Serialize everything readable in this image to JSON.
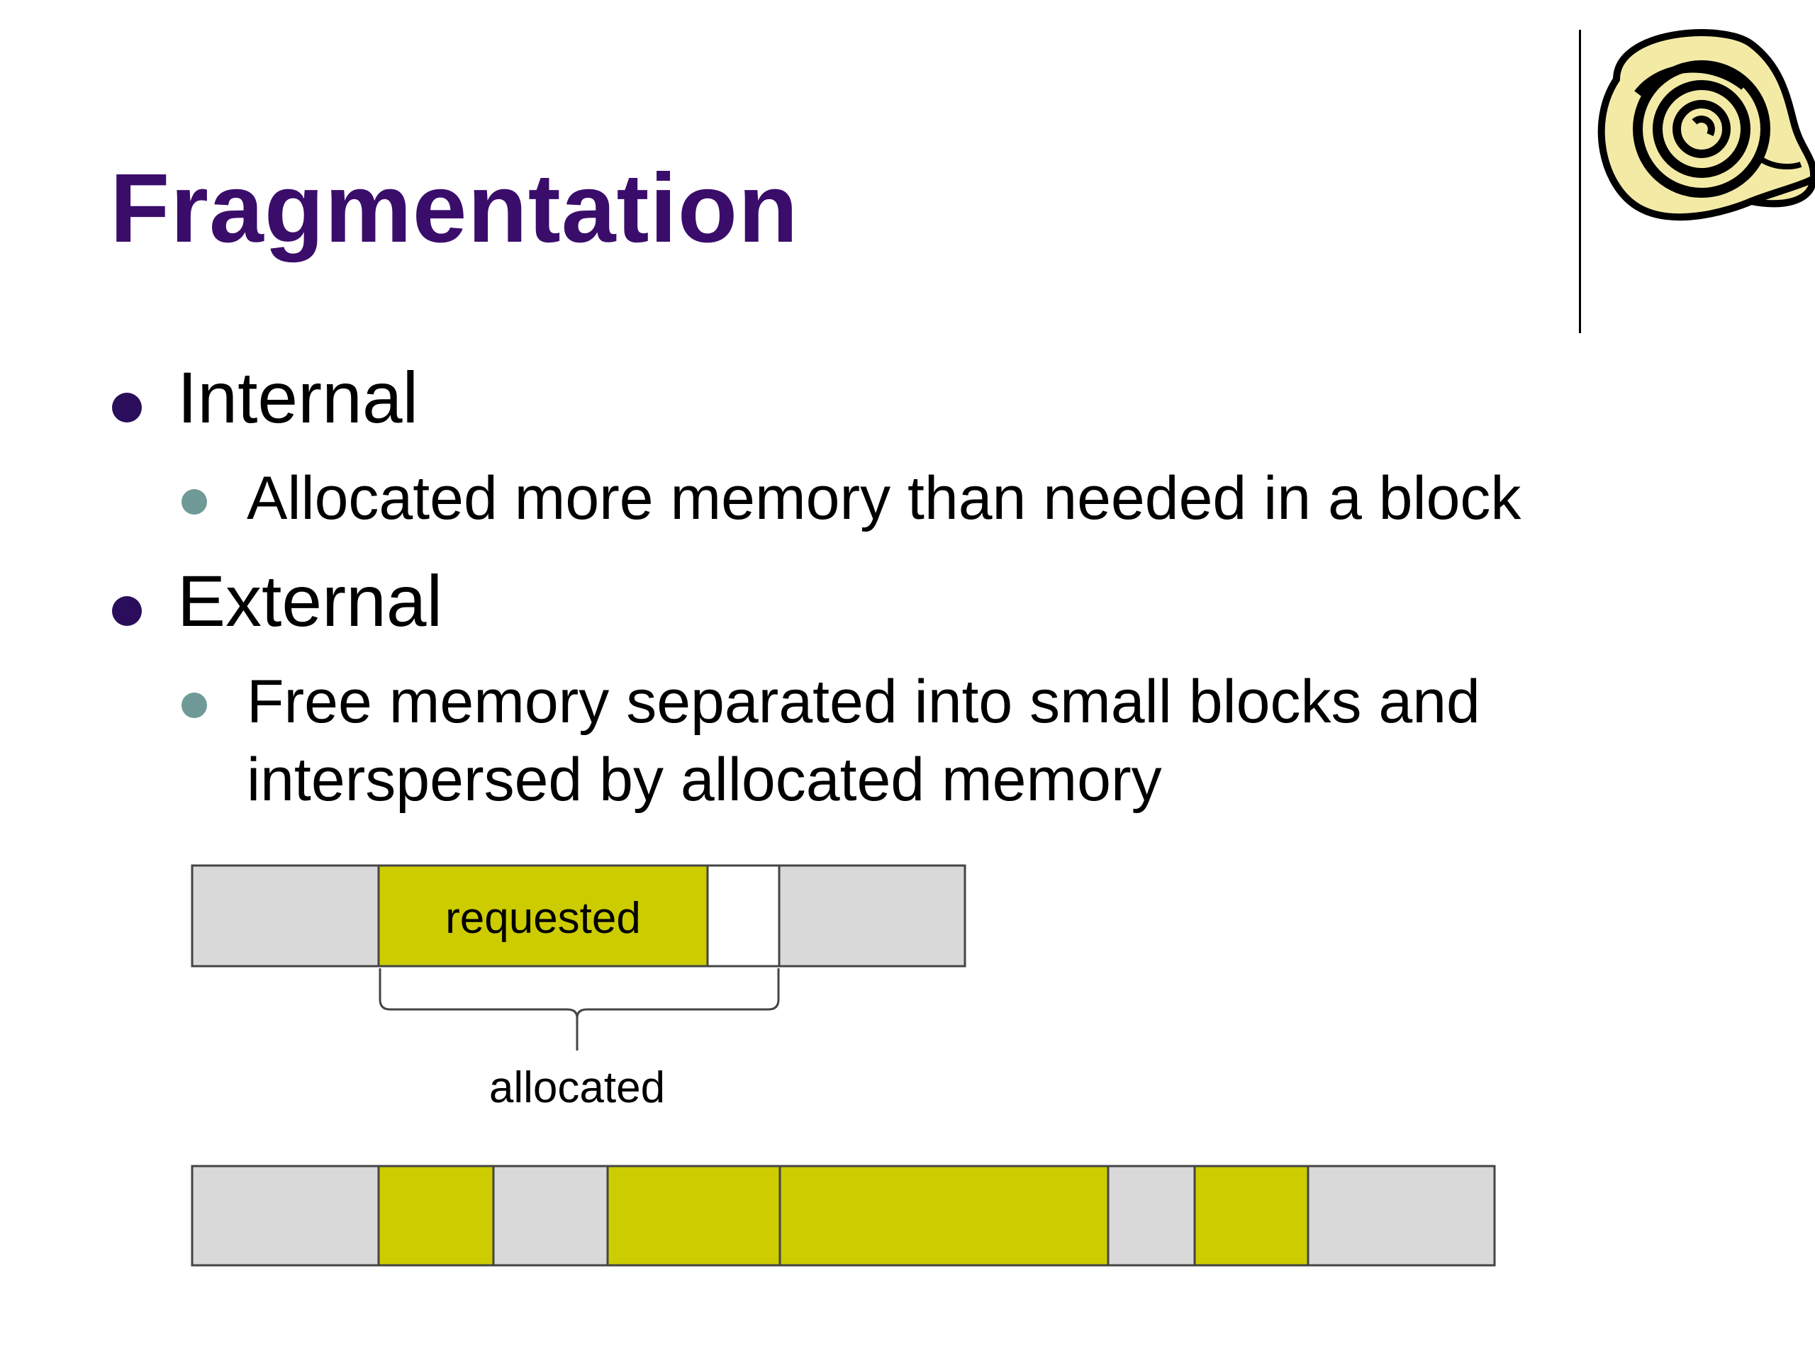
{
  "slide": {
    "title": "Fragmentation",
    "bullets": [
      {
        "label": "Internal",
        "sub": "Allocated more memory than needed in a block"
      },
      {
        "label": "External",
        "sub": "Free memory separated into small blocks and interspersed by allocated memory"
      }
    ]
  },
  "diagram": {
    "requested_label": "requested",
    "allocated_label": "allocated"
  },
  "colors": {
    "title": "#3a0d6b",
    "free_block": "#d9d9d9",
    "used_block": "#cccc00",
    "unused_block": "#ffffff",
    "outline": "#444444"
  },
  "icons": {
    "logo": "scroll-icon"
  }
}
